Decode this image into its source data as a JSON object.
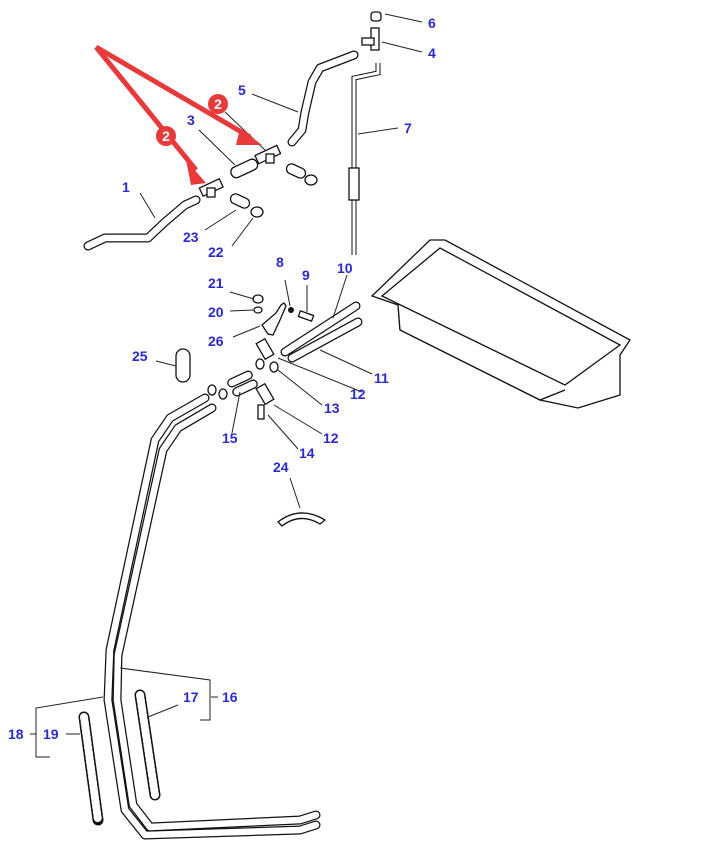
{
  "diagram": {
    "title": "Windscreen washer hose assembly (exploded parts view)",
    "highlight_color": "#e83a3a",
    "callout_color": "#2a2acf",
    "callouts": [
      {
        "id": "c1",
        "label": "1"
      },
      {
        "id": "c3",
        "label": "3"
      },
      {
        "id": "c4",
        "label": "4"
      },
      {
        "id": "c5",
        "label": "5"
      },
      {
        "id": "c6",
        "label": "6"
      },
      {
        "id": "c7",
        "label": "7"
      },
      {
        "id": "c8",
        "label": "8"
      },
      {
        "id": "c9",
        "label": "9"
      },
      {
        "id": "c10",
        "label": "10"
      },
      {
        "id": "c11",
        "label": "11"
      },
      {
        "id": "c12a",
        "label": "12"
      },
      {
        "id": "c12b",
        "label": "12"
      },
      {
        "id": "c13",
        "label": "13"
      },
      {
        "id": "c14",
        "label": "14"
      },
      {
        "id": "c15",
        "label": "15"
      },
      {
        "id": "c16",
        "label": "16"
      },
      {
        "id": "c17",
        "label": "17"
      },
      {
        "id": "c18",
        "label": "18"
      },
      {
        "id": "c19",
        "label": "19"
      },
      {
        "id": "c20",
        "label": "20"
      },
      {
        "id": "c21",
        "label": "21"
      },
      {
        "id": "c22",
        "label": "22"
      },
      {
        "id": "c23",
        "label": "23"
      },
      {
        "id": "c24",
        "label": "24"
      },
      {
        "id": "c25",
        "label": "25"
      },
      {
        "id": "c26",
        "label": "26"
      }
    ],
    "highlights": [
      {
        "id": "h1",
        "label": "2",
        "target": "tee-connector-left"
      },
      {
        "id": "h2",
        "label": "2",
        "target": "tee-connector-right"
      }
    ]
  }
}
